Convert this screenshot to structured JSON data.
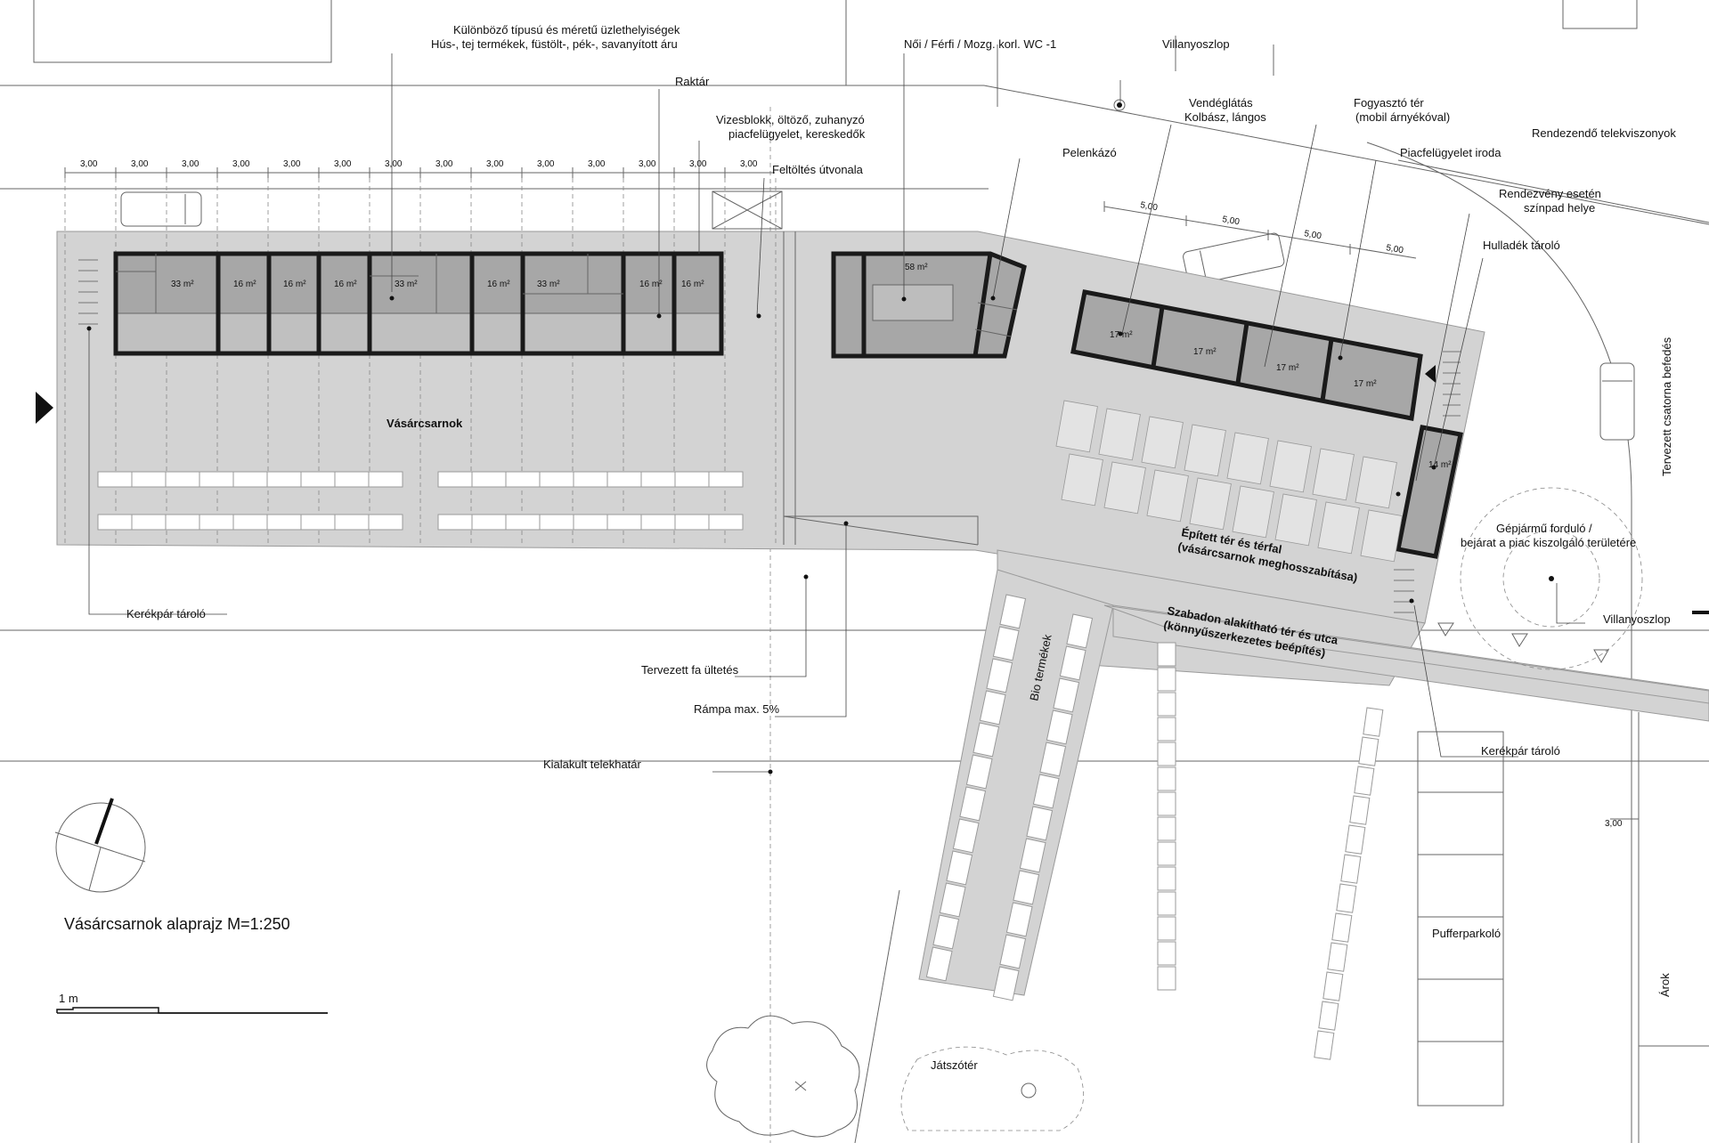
{
  "title": "Vásárcsarnok alaprajz M=1:250",
  "scale_label": "1 m",
  "dimensions": {
    "left_modules": [
      "3,00",
      "3,00",
      "3,00",
      "3,00",
      "3,00",
      "3,00",
      "3,00",
      "3,00",
      "3,00",
      "3,00",
      "3,00",
      "3,00",
      "3,00",
      "3,00"
    ],
    "right_modules": [
      "5,00",
      "5,00",
      "5,00",
      "5,00"
    ],
    "street": "3,00"
  },
  "labels": {
    "shops_line1": "Különböző típusú és méretű üzlethelyiségek",
    "shops_line2": "Hús-, tej termékek, füstölt-, pék-, savanyított áru",
    "storage": "Raktár",
    "wet_line1": "Vizesblokk, öltöző, zuhanyzó",
    "wet_line2": "piacfelügyelet, kereskedők",
    "fill_route": "Feltöltés útvonala",
    "wc": "Női / Férfi / Mozg. korl. WC -1",
    "lamp_post_top": "Villanyoszlop",
    "food_line1": "Vendéglátás",
    "food_line2": "Kolbász, lángos",
    "consumer_line1": "Fogyasztó tér",
    "consumer_line2": "(mobil árnyékóval)",
    "baby_changing": "Pelenkázó",
    "supervision_office": "Piacfelügyelet iroda",
    "plot_relations": "Rendezendő telekviszonyok",
    "stage_line1": "Rendezvény esetén",
    "stage_line2": "színpad helye",
    "waste": "Hulladék tároló",
    "canal": "Tervezett csatorna befedés",
    "market_hall": "Vásárcsarnok",
    "built_space_line1": "Épített tér és térfal",
    "built_space_line2": "(vásárcsarnok meghosszabítása)",
    "free_space_line1": "Szabadon alakítható tér és utca",
    "free_space_line2": "(könnyűszerkezetes beépítés)",
    "turning_line1": "Gépjármű forduló /",
    "turning_line2": "bejárat a piac kiszolgáló területére",
    "lamp_post_bottom": "Villanyoszlop",
    "bike_left": "Kerékpár tároló",
    "trees": "Tervezett fa ültetés",
    "ramp": "Rámpa max. 5%",
    "plot_line": "Kialakult telekhatár",
    "bio": "Bio termékek",
    "bike_right": "Kerékpár tároló",
    "buffer_parking": "Pufferparkoló",
    "ditch": "Árok",
    "playground": "Játszótér"
  },
  "areas": {
    "r1": "33 m²",
    "r2": "16 m²",
    "r3": "16 m²",
    "r4": "16 m²",
    "r5": "33 m²",
    "r6": "16 m²",
    "r7": "33 m²",
    "r8": "16 m²",
    "r9": "16 m²",
    "wc": "58 m²",
    "k1": "17 m²",
    "k2": "17 m²",
    "k3": "17 m²",
    "k4": "17 m²",
    "waste": "14 m²"
  },
  "colors": {
    "floor": "#d3d3d3",
    "room": "#a7a7a7",
    "wall": "#1a1a1a"
  }
}
